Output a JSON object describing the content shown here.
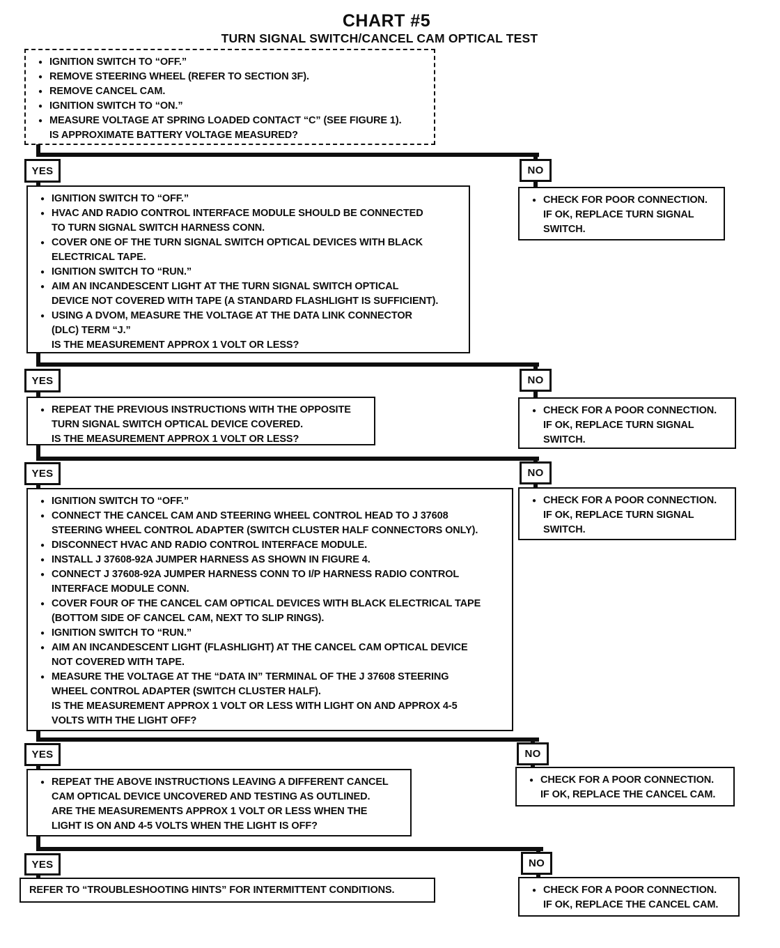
{
  "page": {
    "title": "CHART #5",
    "subtitle": "TURN SIGNAL SWITCH/CANCEL CAM OPTICAL TEST"
  },
  "labels": {
    "yes": "YES",
    "no": "NO"
  },
  "colors": {
    "ink": "#0e0e0e",
    "paper": "#ffffff"
  },
  "flow": {
    "step1": {
      "bullets": [
        "IGNITION SWITCH TO “OFF.”",
        "REMOVE STEERING WHEEL (REFER TO SECTION 3F).",
        "REMOVE CANCEL CAM.",
        "IGNITION SWITCH TO “ON.”",
        "MEASURE VOLTAGE AT SPRING LOADED CONTACT “C” (SEE FIGURE 1)."
      ],
      "question": "IS APPROXIMATE BATTERY VOLTAGE MEASURED?"
    },
    "step2": {
      "bullets": [
        "IGNITION SWITCH TO “OFF.”",
        "HVAC AND RADIO CONTROL INTERFACE MODULE SHOULD BE CONNECTED\nTO TURN SIGNAL SWITCH HARNESS CONN.",
        "COVER ONE OF THE TURN SIGNAL SWITCH OPTICAL DEVICES WITH BLACK\nELECTRICAL TAPE.",
        "IGNITION SWITCH TO “RUN.”",
        "AIM AN INCANDESCENT LIGHT AT THE TURN SIGNAL SWITCH OPTICAL\nDEVICE NOT COVERED WITH TAPE (A STANDARD FLASHLIGHT IS SUFFICIENT).",
        "USING A DVOM, MEASURE THE VOLTAGE AT THE DATA LINK CONNECTOR\n(DLC) TERM “J.”"
      ],
      "question": "IS THE MEASUREMENT APPROX 1 VOLT OR LESS?"
    },
    "step3": {
      "bullets": [
        "REPEAT THE PREVIOUS INSTRUCTIONS WITH THE OPPOSITE\nTURN SIGNAL SWITCH OPTICAL DEVICE COVERED."
      ],
      "question": "IS THE MEASUREMENT APPROX 1 VOLT OR LESS?"
    },
    "step4": {
      "bullets": [
        "IGNITION SWITCH TO “OFF.”",
        "CONNECT THE CANCEL CAM AND STEERING WHEEL CONTROL HEAD TO J 37608\nSTEERING WHEEL CONTROL ADAPTER (SWITCH CLUSTER HALF CONNECTORS ONLY).",
        "DISCONNECT HVAC AND RADIO CONTROL INTERFACE MODULE.",
        "INSTALL J 37608-92A JUMPER HARNESS AS SHOWN IN FIGURE 4.",
        "CONNECT J 37608-92A JUMPER HARNESS CONN TO I/P HARNESS RADIO CONTROL\nINTERFACE MODULE CONN.",
        "COVER FOUR OF THE CANCEL CAM OPTICAL DEVICES WITH BLACK ELECTRICAL TAPE\n(BOTTOM SIDE OF CANCEL CAM, NEXT TO SLIP RINGS).",
        "IGNITION SWITCH TO “RUN.”",
        "AIM AN INCANDESCENT LIGHT (FLASHLIGHT) AT THE CANCEL CAM OPTICAL DEVICE\nNOT COVERED WITH TAPE.",
        "MEASURE THE VOLTAGE AT THE “DATA IN” TERMINAL OF THE J 37608 STEERING\nWHEEL CONTROL ADAPTER (SWITCH CLUSTER HALF)."
      ],
      "question": "IS THE MEASUREMENT APPROX 1 VOLT OR LESS WITH LIGHT ON AND APPROX 4-5\nVOLTS WITH THE LIGHT OFF?"
    },
    "step5": {
      "bullets": [
        "REPEAT THE ABOVE INSTRUCTIONS LEAVING A DIFFERENT CANCEL\nCAM OPTICAL DEVICE UNCOVERED AND TESTING AS OUTLINED."
      ],
      "question": "ARE THE MEASUREMENTS APPROX 1 VOLT OR LESS WHEN THE\nLIGHT IS ON AND 4-5 VOLTS WHEN THE LIGHT IS OFF?"
    },
    "final": {
      "text": "REFER TO “TROUBLESHOOTING HINTS” FOR INTERMITTENT CONDITIONS."
    },
    "no1": {
      "bullets": [
        "CHECK FOR POOR CONNECTION.\nIF OK, REPLACE TURN SIGNAL\nSWITCH."
      ]
    },
    "no2": {
      "bullets": [
        "CHECK FOR A POOR CONNECTION.\nIF OK, REPLACE TURN SIGNAL\nSWITCH."
      ]
    },
    "no3": {
      "bullets": [
        "CHECK FOR A POOR CONNECTION.\nIF OK, REPLACE TURN SIGNAL\nSWITCH."
      ]
    },
    "no4": {
      "bullets": [
        "CHECK FOR A POOR CONNECTION.\nIF OK, REPLACE THE CANCEL CAM."
      ]
    },
    "no5": {
      "bullets": [
        "CHECK FOR A POOR CONNECTION.\nIF OK, REPLACE THE CANCEL CAM."
      ]
    }
  }
}
